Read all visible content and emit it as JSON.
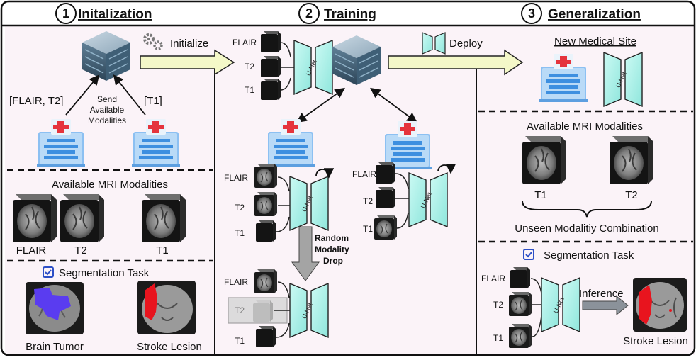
{
  "sections": {
    "s1": {
      "number": "1",
      "title": "Initalization"
    },
    "s2": {
      "number": "2",
      "title": "Training"
    },
    "s3": {
      "number": "3",
      "title": "Generalization"
    }
  },
  "init": {
    "initialize": "Initialize",
    "left_modalities": "[FLAIR, T2]",
    "right_modalities": "[T1]",
    "send_line1": "Send",
    "send_line2": "Available",
    "send_line3": "Modalities",
    "available_title": "Available MRI Modalities",
    "mod_flair": "FLAIR",
    "mod_t2": "T2",
    "mod_t1": "T1",
    "task_title": "Segmentation Task",
    "brain_tumor": "Brain Tumor",
    "stroke_lesion": "Stroke Lesion"
  },
  "training": {
    "flair": "FLAIR",
    "t2": "T2",
    "t1": "T1",
    "unet": "U-Net",
    "deploy": "Deploy",
    "drop_line1": "Random",
    "drop_line2": "Modality",
    "drop_line3": "Drop"
  },
  "generalization": {
    "site": "New Medical Site",
    "available_title": "Available MRI Modalities",
    "t1": "T1",
    "t2": "T2",
    "unseen": "Unseen Modalitiy Combination",
    "task_title": "Segmentation Task",
    "flair": "FLAIR",
    "t2b": "T2",
    "t1b": "T1",
    "inference": "Inference",
    "stroke_lesion": "Stroke Lesion"
  },
  "colors": {
    "panel_bg": "#fbf3f8",
    "unet_fill": "#aef0e8",
    "arrow_fill": "#f4f8c8",
    "hospital_blue": "#3d8fe0",
    "cross_red": "#e5343d",
    "tumor_blue": "#5a3cf0",
    "lesion_red": "#e8141e"
  }
}
